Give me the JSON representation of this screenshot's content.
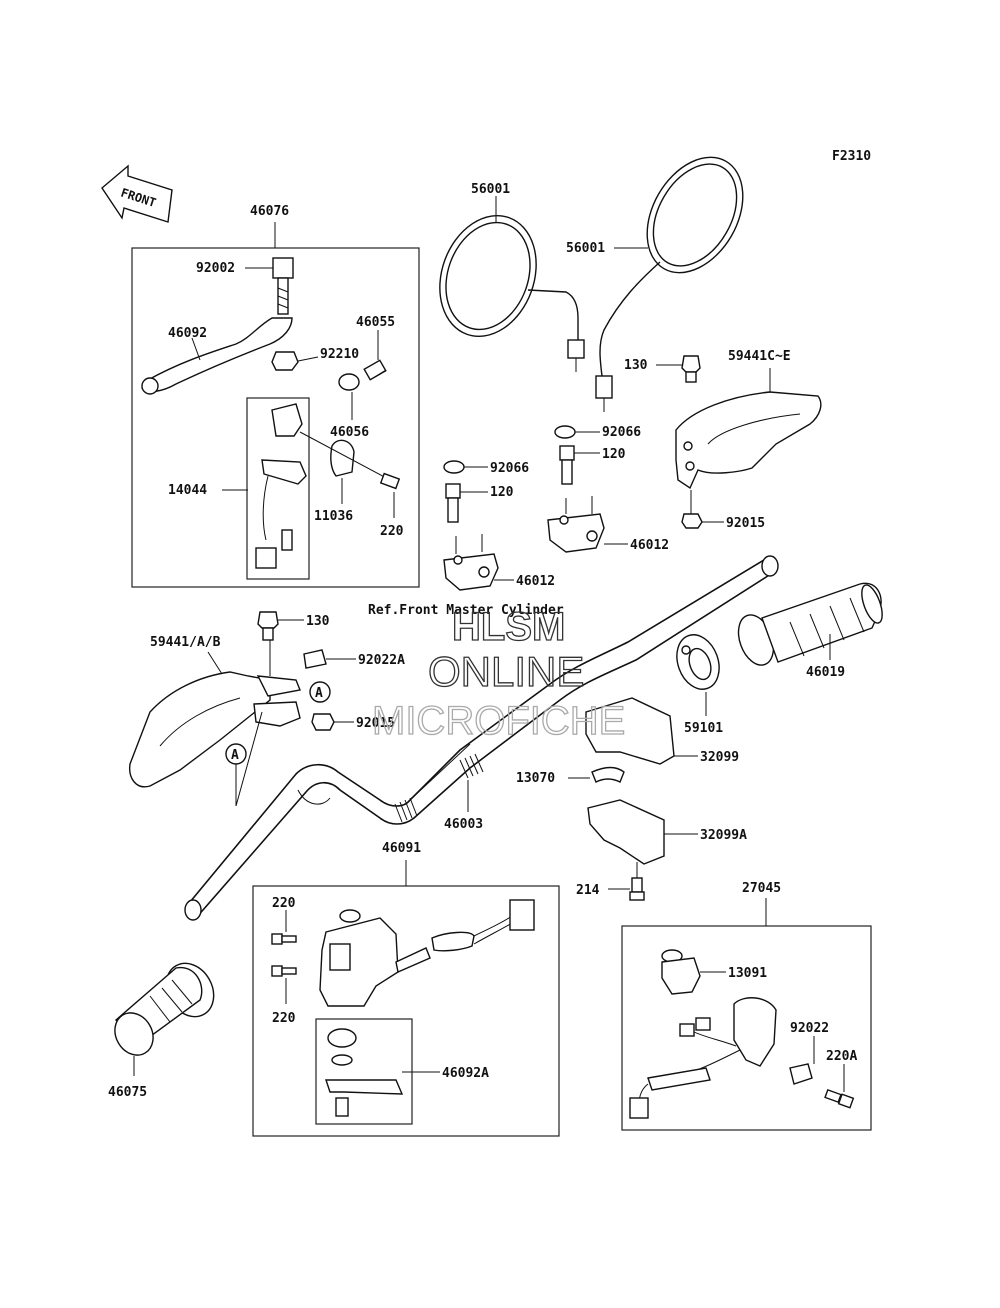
{
  "figure_code": "F2310",
  "front_arrow_text": "FRONT",
  "reference_note": "Ref.Front Master Cylinder",
  "watermark": {
    "line1": "HLSM",
    "line2": "ONLINE",
    "line3": "MICROFICHE"
  },
  "callout_marker": "A",
  "part_labels": {
    "p46076": "46076",
    "p92002": "92002",
    "p46092": "46092",
    "p92210": "92210",
    "p46055": "46055",
    "p46056": "46056",
    "p14044": "14044",
    "p11036": "11036",
    "p220_a": "220",
    "p56001_a": "56001",
    "p56001_b": "56001",
    "p130_a": "130",
    "p59441ce": "59441C~E",
    "p92066_a": "92066",
    "p120_a": "120",
    "p92066_b": "92066",
    "p120_b": "120",
    "p46012_a": "46012",
    "p46012_b": "46012",
    "p92015_a": "92015",
    "p130_b": "130",
    "p59441ab": "59441/A/B",
    "p92022a": "92022A",
    "p92015_b": "92015",
    "p46019": "46019",
    "p59101": "59101",
    "p32099": "32099",
    "p13070": "13070",
    "p46003": "46003",
    "p32099a": "32099A",
    "p214": "214",
    "p46091": "46091",
    "p220_b": "220",
    "p220_c": "220",
    "p46092a": "46092A",
    "p46075": "46075",
    "p27045": "27045",
    "p13091": "13091",
    "p92022": "92022",
    "p220a": "220A"
  }
}
